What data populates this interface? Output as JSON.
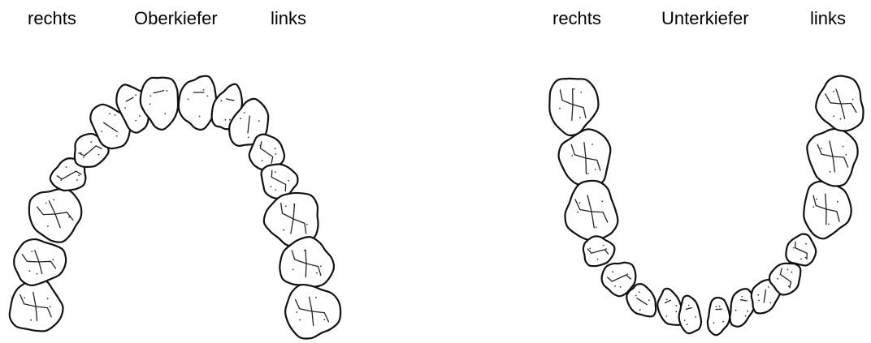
{
  "upper_jaw": {
    "right_label": "rechts",
    "title": "Oberkiefer",
    "left_label": "links"
  },
  "lower_jaw": {
    "right_label": "rechts",
    "title": "Unterkiefer",
    "left_label": "links"
  }
}
